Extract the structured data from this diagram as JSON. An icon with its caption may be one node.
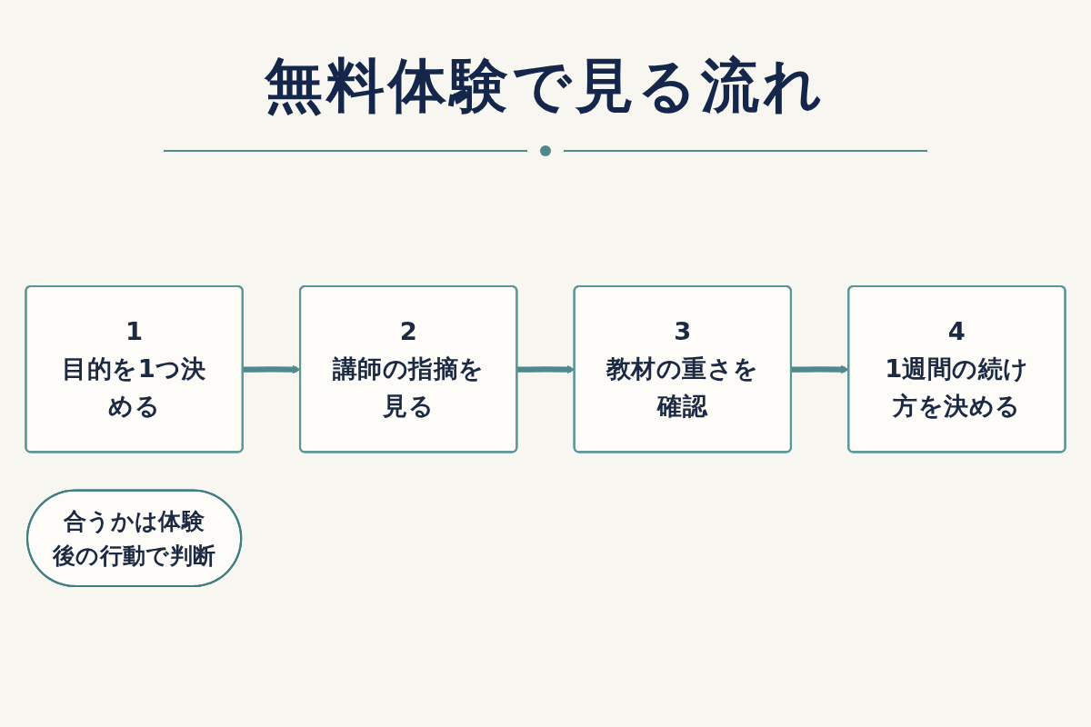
{
  "diagram": {
    "title": "無料体験で見る流れ",
    "nodes": [
      {
        "text": [
          "1",
          "目的を1つ決める"
        ]
      },
      {
        "text": [
          "2",
          "講師の指摘を見る"
        ]
      },
      {
        "text": [
          "3",
          "教材の重さを確認"
        ]
      },
      {
        "text": [
          "4",
          "1週間の続け方を決める"
        ]
      },
      {
        "text": [
          "合うかは体験後の行動で判断"
        ]
      }
    ],
    "edges": [
      {
        "from": 0,
        "to": 1,
        "arrow": "to"
      },
      {
        "from": 1,
        "to": 2,
        "arrow": "to"
      },
      {
        "from": 2,
        "to": 3,
        "arrow": "to"
      }
    ]
  }
}
